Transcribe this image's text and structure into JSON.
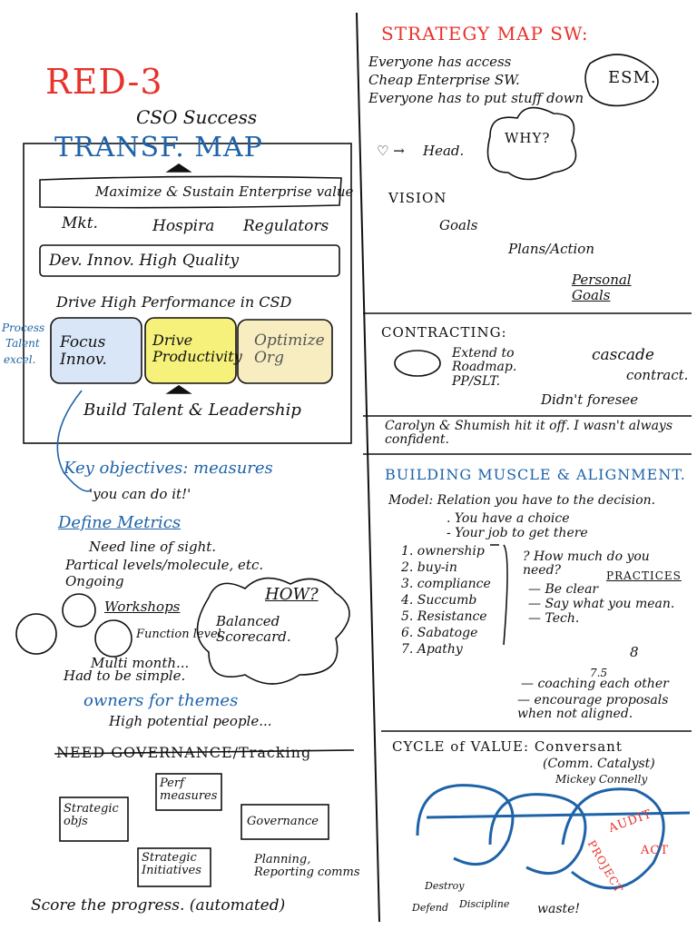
{
  "left": {
    "title": "RED-3",
    "subtitle": "CSO Success",
    "map_title": "TRANSF. MAP",
    "top_box": "Maximize & Sustain Enterprise value",
    "row_labels": [
      "Mkt.",
      "Hospira",
      "Regulators"
    ],
    "dev_box": "Dev. Innov. High Quality",
    "drive_high": "Drive High Performance in CSD",
    "pillars": [
      {
        "label": "Focus Innov.",
        "color": "#c9dcf3"
      },
      {
        "label": "Drive Productivity",
        "color": "#f3ee5a"
      },
      {
        "label": "Optimize Org",
        "color": "#f4e6a6"
      }
    ],
    "side_note": [
      "Process",
      "Talent",
      "excel."
    ],
    "build": "Build Talent & Leadership",
    "key_objectives": "Key objectives: measures",
    "you_can": "'you can do it!'",
    "define_metrics": "Define Metrics",
    "metrics_notes": [
      "Need line of sight.",
      "Partical levels/molecule, etc.",
      "Ongoing",
      "Workshops",
      "Function level",
      "Multi month...",
      "Had to be simple."
    ],
    "cloud_how": "HOW?",
    "cloud_text": "Balanced Scorecard.",
    "owners": "owners for themes",
    "high_potential": "High potential people...",
    "governance": "NEED GOVERNANCE/Tracking",
    "gov_boxes": [
      "Strategic objs",
      "Perf measures",
      "Governance",
      "Strategic Initiatives"
    ],
    "planning": "Planning, Reporting comms",
    "score": "Score the progress. (automated)"
  },
  "right": {
    "strategy_title": "STRATEGY MAP SW:",
    "bullets": [
      "Everyone has access",
      "Cheap Enterprise SW.",
      "Everyone has to put stuff down"
    ],
    "esm": "ESM.",
    "why": "WHY?",
    "head": "Head.",
    "vision_chain": [
      "VISION",
      "Goals",
      "Plans/Action",
      "Personal Goals"
    ],
    "contracting": "CONTRACTING:",
    "extend": "Extend to Roadmap. PP/SLT.",
    "cascade": "cascade",
    "contract": "contract.",
    "didnt": "Didn't foresee",
    "carolyn": "Carolyn & Shumish hit it off. I wasn't always confident.",
    "building": "BUILDING MUSCLE & ALIGNMENT.",
    "model": "Model: Relation you have to the decision.",
    "model_sub": [
      ". You have a choice",
      "- Your job to get there"
    ],
    "levels": [
      "1. ownership",
      "2. buy-in",
      "3. compliance",
      "4. Succumb",
      "5. Resistance",
      "6. Sabatoge",
      "7. Apathy"
    ],
    "how_much": "? How much do you need?",
    "practices": "PRACTICES",
    "practice_items": [
      "— Be clear",
      "— Say what you mean.",
      "— Tech."
    ],
    "nums": [
      "8",
      "7.5"
    ],
    "coaching": [
      "— coaching each other",
      "— encourage proposals when not aligned."
    ],
    "cycle": "CYCLE of VALUE: Conversant",
    "cycle_sub": "(Comm. Catalyst)",
    "mickey": "Mickey Connelly",
    "loop_words": [
      "AUDIT",
      "ACT",
      "PROJECT"
    ],
    "bottom_words": [
      "Destroy",
      "Defend",
      "Discipline",
      "waste!"
    ]
  },
  "colors": {
    "ink": "#111111",
    "blue": "#1e63a8",
    "red": "#e8322b"
  }
}
